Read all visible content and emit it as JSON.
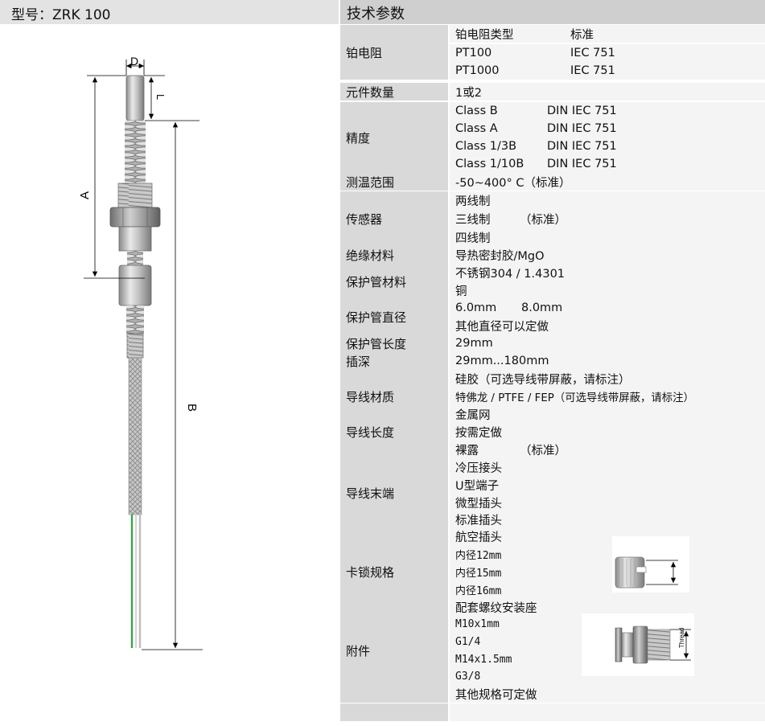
{
  "model": {
    "label": "型号：ZRK 100"
  },
  "drawing": {
    "labels": {
      "D": "D",
      "L": "L",
      "A": "A",
      "B": "B"
    }
  },
  "specs": {
    "title": "技术参数",
    "rows": [
      {
        "label": "铂电阻",
        "lines": [
          [
            "铂电阻类型",
            "标准"
          ],
          [
            "PT100",
            "IEC 751"
          ],
          [
            "PT1000",
            "IEC 751"
          ]
        ]
      },
      {
        "label": "元件数量",
        "lines": [
          [
            "1或2"
          ]
        ]
      },
      {
        "label": "精度",
        "lines": [
          [
            "Class B",
            "DIN IEC 751"
          ],
          [
            "Class A",
            "DIN IEC 751"
          ],
          [
            "Class 1/3B",
            "DIN IEC 751"
          ],
          [
            "Class 1/10B",
            "DIN IEC 751"
          ]
        ]
      },
      {
        "label": "测温范围",
        "lines": [
          [
            "-50~400° C（标准）"
          ]
        ]
      },
      {
        "label": "传感器",
        "lines": [
          [
            "两线制"
          ],
          [
            "三线制",
            "（标准）"
          ],
          [
            "四线制"
          ]
        ]
      },
      {
        "label": "绝缘材料",
        "lines": [
          [
            "导热密封胶/MgO"
          ]
        ]
      },
      {
        "label": "保护管材料",
        "lines": [
          [
            "不锈钢304 / 1.4301"
          ],
          [
            "铜"
          ]
        ]
      },
      {
        "label": "保护管直径",
        "lines": [
          [
            "6.0mm",
            "8.0mm"
          ],
          [
            "其他直径可以定做"
          ]
        ]
      },
      {
        "label": "保护管长度",
        "lines": [
          [
            "29mm"
          ]
        ]
      },
      {
        "label": "插深",
        "lines": [
          [
            "29mm...180mm"
          ]
        ]
      },
      {
        "label": "导线材质",
        "lines": [
          [
            "硅胶（可选导线带屏蔽，请标注）"
          ],
          [
            "特佛龙 / PTFE / FEP（可选导线带屏蔽，请标注）"
          ],
          [
            "金属网"
          ]
        ]
      },
      {
        "label": "导线长度",
        "lines": [
          [
            "按需定做"
          ]
        ]
      },
      {
        "label": "导线末端",
        "lines": [
          [
            "裸露",
            "（标准）"
          ],
          [
            "冷压接头"
          ],
          [
            "U型端子"
          ],
          [
            "微型插头"
          ],
          [
            "标准插头"
          ],
          [
            "航空插头"
          ]
        ]
      },
      {
        "label": "卡锁规格",
        "lines": [
          [
            "内径12mm"
          ],
          [
            "内径15mm"
          ],
          [
            "内径16mm"
          ]
        ]
      },
      {
        "label": "附件",
        "lines": [
          [
            "配套螺纹安装座"
          ],
          [
            "M10x1mm"
          ],
          [
            "G1/4"
          ],
          [
            "M14x1.5mm"
          ],
          [
            "G3/8"
          ],
          [
            "其他规格可定做"
          ]
        ]
      }
    ]
  },
  "figures": {
    "thread_label": "Thread"
  }
}
